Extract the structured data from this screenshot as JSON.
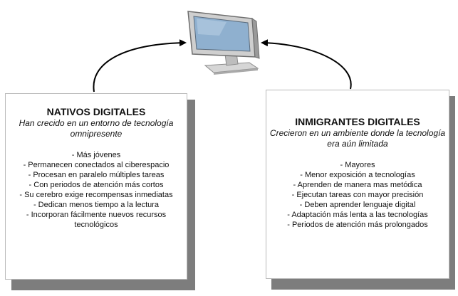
{
  "left_box": {
    "title": "NATIVOS DIGITALES",
    "subtitle": "Han crecido en un entorno de tecnología omnipresente",
    "items": [
      "- Más jóvenes",
      "- Permanecen conectados al ciberespacio",
      "- Procesan en paralelo múltiples tareas",
      "- Con periodos de atención más cortos",
      "- Su cerebro exige recompensas inmediatas",
      "- Dedican menos tiempo a la lectura",
      "- Incorporan fácilmente nuevos recursos tecnológicos"
    ]
  },
  "right_box": {
    "title": "INMIGRANTES DIGITALES",
    "subtitle": "Crecieron en un ambiente donde la tecnología era aún limitada",
    "items": [
      "- Mayores",
      "- Menor exposición a tecnologías",
      "- Aprenden de manera mas metódica",
      "- Ejecutan tareas con mayor precisión",
      "- Deben aprender lenguaje digital",
      "- Adaptación más lenta a las tecnologías",
      "- Periodos de atención más prolongados"
    ]
  },
  "icons": {
    "center": "monitor-icon"
  },
  "colors": {
    "box_shadow": "#7d7d7d",
    "connector": "#000000",
    "screen": "#8fb0cf"
  }
}
